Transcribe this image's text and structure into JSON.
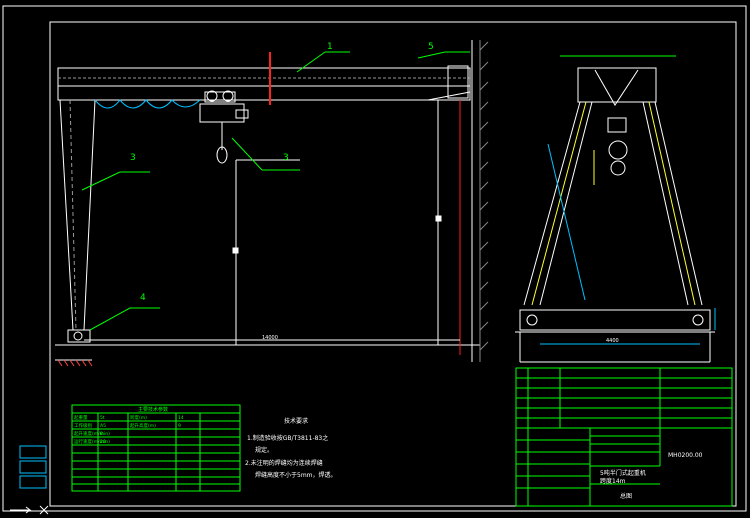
{
  "drawing": {
    "background": "#000000",
    "line_color": "#ffffff",
    "accent_color": "#00ff00",
    "red_color": "#ff2020",
    "yellow_color": "#ffff33",
    "cyan_color": "#00bfff"
  },
  "callouts": {
    "c1": "1",
    "c3a": "3",
    "c3b": "3",
    "c4": "4",
    "c5": "5"
  },
  "dims": {
    "main_span": "14000",
    "side_span": "4400"
  },
  "tech_requirements": {
    "title": "技术要求",
    "line1": "1.制造验收按GB/T3811-83之",
    "line1b": "规定。",
    "line2": "2.未注明的焊缝均为连续焊缝",
    "line2b": "焊缝高度不小于5mm，焊透。"
  },
  "spec_table": {
    "title": "主要技术参数",
    "rows": [
      [
        "起重量",
        "5t",
        "跨度(m)",
        "14",
        "",
        ""
      ],
      [
        "工作级别",
        "A5",
        "起升高度(m)",
        "9",
        "",
        ""
      ],
      [
        "起升速度(m/min)",
        "8",
        "",
        "",
        "",
        ""
      ],
      [
        "运行速度(m/min)",
        "20",
        "",
        "",
        "",
        ""
      ],
      [
        "",
        "",
        "",
        "",
        "",
        ""
      ],
      [
        "",
        "",
        "",
        "",
        "",
        ""
      ],
      [
        "",
        "",
        "",
        "",
        "",
        ""
      ],
      [
        "",
        "",
        "",
        "",
        "",
        ""
      ],
      [
        "",
        "",
        "",
        "",
        "",
        ""
      ],
      [
        "",
        "",
        "",
        "",
        "",
        ""
      ]
    ]
  },
  "title_block": {
    "drawing_no": "MH0200.00",
    "name_line1": "5吨半门式起重机",
    "name_line2": "跨度14m",
    "org": "总图"
  },
  "left_tabs": [
    "",
    "",
    ""
  ]
}
